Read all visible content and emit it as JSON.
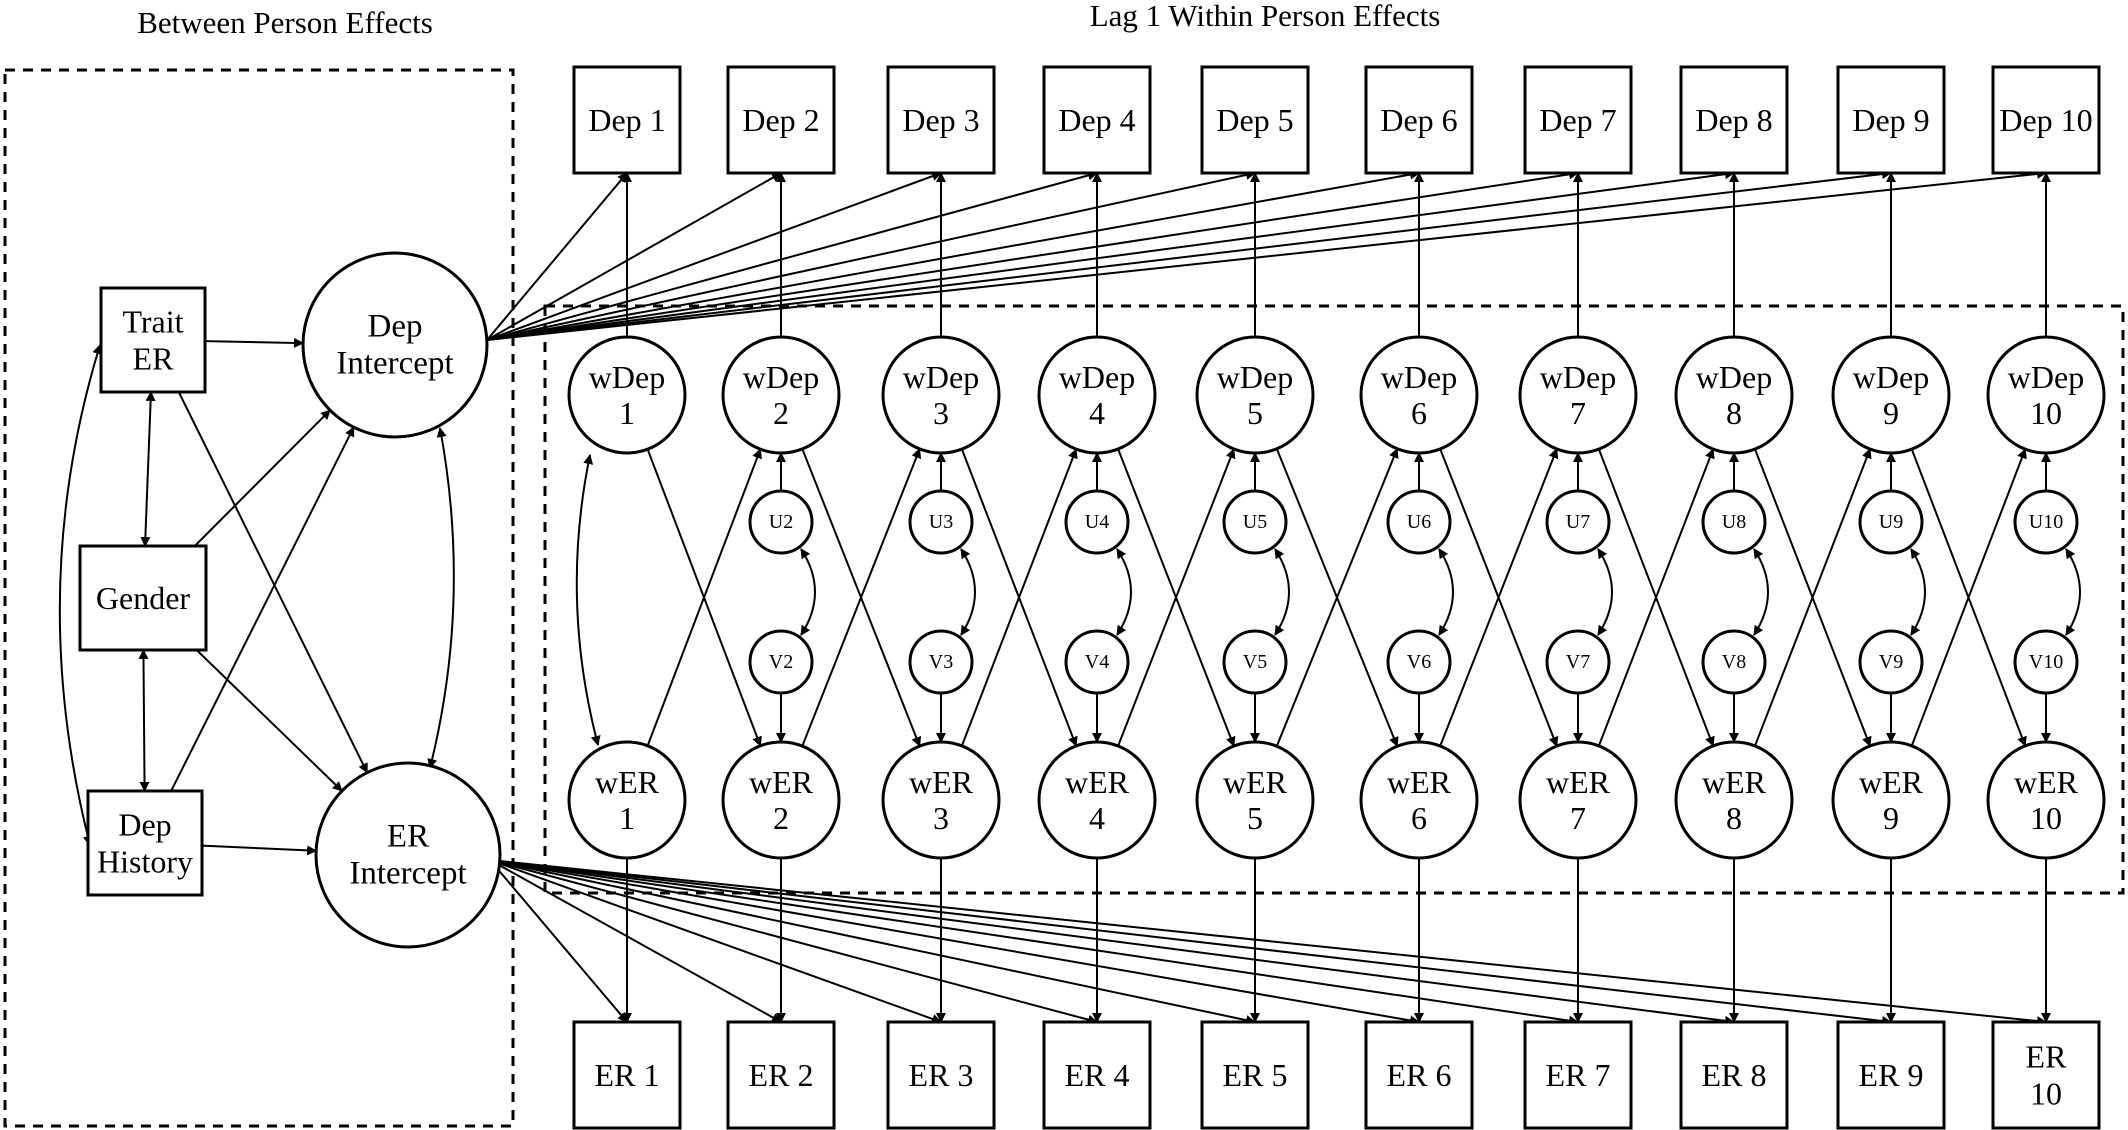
{
  "section_titles": {
    "between": "Between Person Effects",
    "within": "Lag 1 Within Person Effects"
  },
  "between_nodes": {
    "trait_er": [
      "Trait",
      "ER"
    ],
    "gender": [
      "Gender"
    ],
    "dep_history": [
      "Dep",
      "History"
    ],
    "dep_intercept": [
      "Dep",
      "Intercept"
    ],
    "er_intercept": [
      "ER",
      "Intercept"
    ]
  },
  "dep_boxes": [
    "Dep 1",
    "Dep 2",
    "Dep 3",
    "Dep 4",
    "Dep 5",
    "Dep 6",
    "Dep 7",
    "Dep 8",
    "Dep 9",
    "Dep 10"
  ],
  "er_boxes": [
    [
      "ER 1"
    ],
    [
      "ER 2"
    ],
    [
      "ER 3"
    ],
    [
      "ER 4"
    ],
    [
      "ER 5"
    ],
    [
      "ER 6"
    ],
    [
      "ER 7"
    ],
    [
      "ER 8"
    ],
    [
      "ER 9"
    ],
    [
      "ER",
      "10"
    ]
  ],
  "wdep_nodes": [
    [
      "wDep",
      "1"
    ],
    [
      "wDep",
      "2"
    ],
    [
      "wDep",
      "3"
    ],
    [
      "wDep",
      "4"
    ],
    [
      "wDep",
      "5"
    ],
    [
      "wDep",
      "6"
    ],
    [
      "wDep",
      "7"
    ],
    [
      "wDep",
      "8"
    ],
    [
      "wDep",
      "9"
    ],
    [
      "wDep",
      "10"
    ]
  ],
  "wer_nodes": [
    [
      "wER",
      "1"
    ],
    [
      "wER",
      "2"
    ],
    [
      "wER",
      "3"
    ],
    [
      "wER",
      "4"
    ],
    [
      "wER",
      "5"
    ],
    [
      "wER",
      "6"
    ],
    [
      "wER",
      "7"
    ],
    [
      "wER",
      "8"
    ],
    [
      "wER",
      "9"
    ],
    [
      "wER",
      "10"
    ]
  ],
  "u_nodes": [
    "U2",
    "U3",
    "U4",
    "U5",
    "U6",
    "U7",
    "U8",
    "U9",
    "U10"
  ],
  "v_nodes": [
    "V2",
    "V3",
    "V4",
    "V5",
    "V6",
    "V7",
    "V8",
    "V9",
    "V10"
  ]
}
